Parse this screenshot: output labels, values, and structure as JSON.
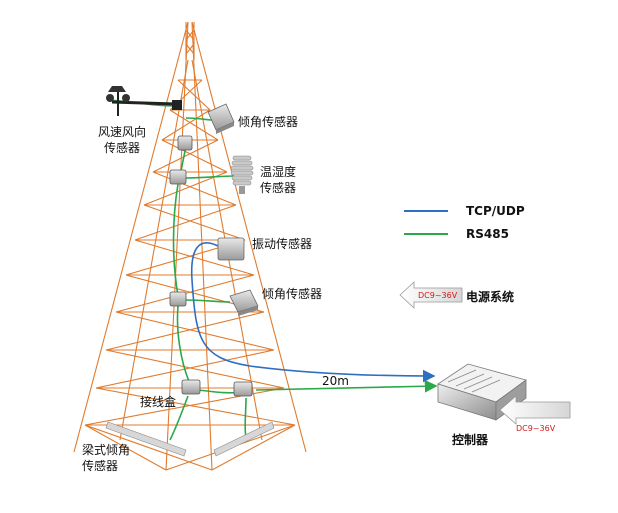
{
  "labels": {
    "wind_sensor_line1": "风速风向",
    "wind_sensor_line2": "传感器",
    "tilt_sensor_top": "倾角传感器",
    "temp_humidity_line1": "温湿度",
    "temp_humidity_line2": "传感器",
    "vibration_sensor": "振动传感器",
    "tilt_sensor_mid": "倾角传感器",
    "junction_box": "接线盒",
    "beam_tilt_line1": "梁式倾角",
    "beam_tilt_line2": "传感器",
    "distance": "20m",
    "controller": "控制器",
    "power_system": "电源系统"
  },
  "legend": [
    {
      "label": "TCP/UDP",
      "color": "#2f6fc2"
    },
    {
      "label": "RS485",
      "color": "#2aa84a"
    }
  ],
  "power": {
    "dc_top": "DC9~36V",
    "dc_controller": "DC9~36V"
  },
  "colors": {
    "tower": "#e07b2e",
    "tcp_line": "#2f6fc2",
    "rs485_line": "#2aa84a",
    "voltage_text": "#d21a1a"
  }
}
